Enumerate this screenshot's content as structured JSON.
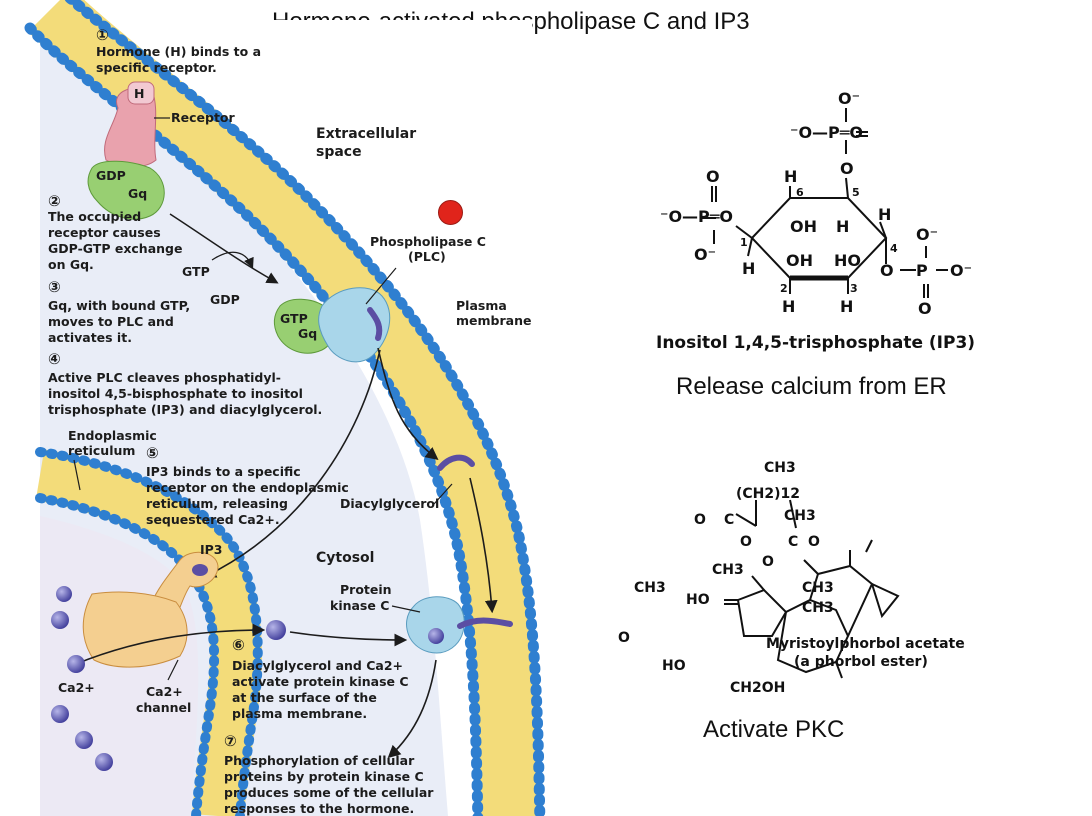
{
  "title": "Hormone-activated phospholipase C and IP3",
  "figure": {
    "steps": [
      {
        "number": "①",
        "lines": [
          "Hormone (H) binds to a",
          "specific receptor."
        ]
      },
      {
        "number": "②",
        "lines": [
          "The occupied",
          "receptor causes",
          "GDP-GTP exchange",
          "on Gq."
        ]
      },
      {
        "number": "③",
        "lines": [
          "Gq, with bound GTP,",
          "moves to PLC and",
          "activates it."
        ]
      },
      {
        "number": "④",
        "lines": [
          "Active PLC cleaves phosphatidyl-",
          "inositol 4,5-bisphosphate to inositol",
          "trisphosphate (IP3) and diacylglycerol."
        ]
      },
      {
        "number": "⑤",
        "lines": [
          "IP3 binds to a specific",
          "receptor on the endoplasmic",
          "reticulum, releasing",
          "sequestered Ca2+."
        ]
      },
      {
        "number": "⑥",
        "lines": [
          "Diacylglycerol and Ca2+",
          "activate protein kinase C",
          "at the surface of the",
          "plasma membrane."
        ]
      },
      {
        "number": "⑦",
        "lines": [
          "Phosphorylation of cellular",
          "proteins by protein kinase C",
          "produces some of the cellular",
          "responses to the hormone."
        ]
      }
    ],
    "labels": {
      "receptor": "Receptor",
      "hormone": "H",
      "gdp_bound": "GDP",
      "gq": "Gq",
      "extracellular_line1": "Extracellular",
      "extracellular_line2": "space",
      "gtp_in": "GTP",
      "gdp_out": "GDP",
      "gtp_bound": "GTP",
      "gq2": "Gq",
      "plc_line1": "Phospholipase C",
      "plc_line2": "(PLC)",
      "plasma_line1": "Plasma",
      "plasma_line2": "membrane",
      "er_line1": "Endoplasmic",
      "er_line2": "reticulum",
      "diacylglycerol": "Diacylglycerol",
      "ip3": "IP3",
      "cytosol": "Cytosol",
      "pkc_line1": "Protein",
      "pkc_line2": "kinase C",
      "ca_ion": "Ca2+",
      "channel_line1": "Ca2+",
      "channel_line2": "channel"
    }
  },
  "ip3_structure": {
    "name": "Inositol 1,4,5-trisphosphate (IP3)",
    "atoms": {
      "o_minus": "O⁻",
      "o_minus_p_o": "⁻O—P═O",
      "o": "O",
      "h": "H",
      "oh": "OH",
      "ho": "HO",
      "p": "P",
      "positions": [
        "1",
        "2",
        "3",
        "4",
        "5",
        "6"
      ]
    }
  },
  "pma_structure": {
    "name_line1": "Myristoylphorbol acetate",
    "name_line2": "(a phorbol ester)",
    "groups": {
      "ch3": "CH3",
      "ch2_12": "(CH2)12",
      "oh": "HO",
      "ch2oh": "CH2OH",
      "o": "O",
      "c": "C"
    }
  },
  "captions": {
    "release": "Release calcium from ER",
    "pkc": "Activate PKC"
  },
  "colors": {
    "membrane_head": "#2f7fd0",
    "membrane_tail": "#f3dc7a",
    "cytosol": "#e8ecf7",
    "receptor": "#e9a2ad",
    "gq": "#98cf72",
    "plc": "#a9d6ea",
    "marker": "#e0241b"
  }
}
